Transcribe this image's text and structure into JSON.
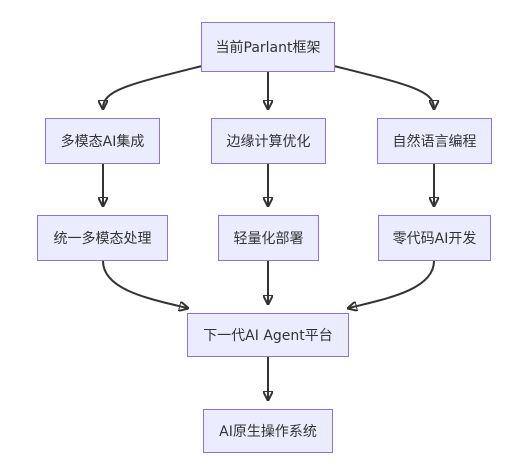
{
  "nodes": {
    "current": "当前Parlant框架",
    "multimodal_ai": "多模态AI集成",
    "edge_compute": "边缘计算优化",
    "nlp_programming": "自然语言编程",
    "unified_multimodal": "统一多模态处理",
    "lightweight_deploy": "轻量化部署",
    "zero_code_ai": "零代码AI开发",
    "next_gen_agent": "下一代AI Agent平台",
    "ai_native_os": "AI原生操作系统"
  },
  "colors": {
    "node_fill": "#ECECFF",
    "node_border": "#9370DB",
    "text": "#333333",
    "edge": "#333333"
  }
}
